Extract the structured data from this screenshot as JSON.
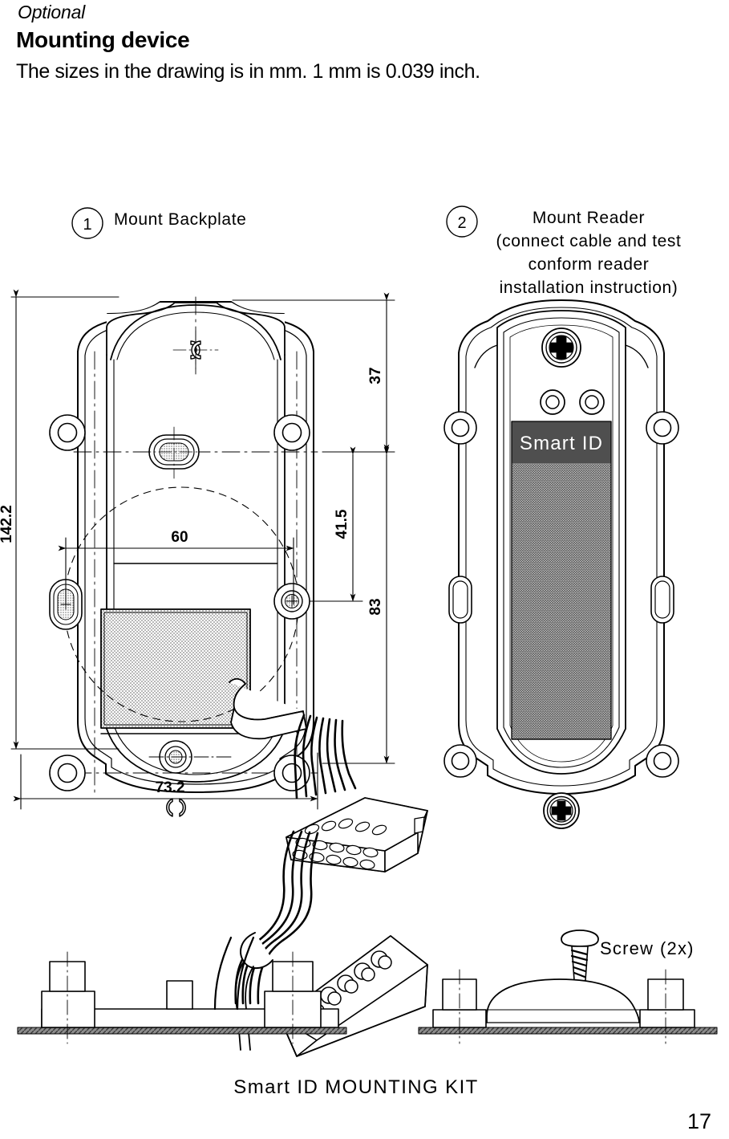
{
  "header": {
    "optional": "Optional",
    "title": "Mounting device",
    "subtitle": "The sizes in the drawing is in mm. 1 mm is 0.039 inch."
  },
  "steps": [
    {
      "number": "1",
      "lines": [
        "Mount  Backplate"
      ]
    },
    {
      "number": "2",
      "lines": [
        "Mount  Reader",
        "(connect  cable  and  test",
        "conform  reader",
        "installation  instruction)"
      ]
    }
  ],
  "dimensions": {
    "height_overall": "142.2",
    "width_overall": "73.2",
    "top_hole_offset": "37",
    "hole_spacing_vertical": "41.5",
    "lower_span": "83",
    "hole_spacing_horizontal": "60"
  },
  "reader": {
    "brand": "Smart ID"
  },
  "parts": {
    "screw_label": "Screw",
    "screw_qty": "(2x)"
  },
  "caption": "Smart  ID  MOUNTING  KIT",
  "page_number": "17",
  "colors": {
    "line": "#000000",
    "panel_dark": "#4f4f4f",
    "panel_mid": "#6e6e6e",
    "stipple": "#9a9a9a",
    "wall": "#7a7a7a",
    "paper": "#ffffff"
  }
}
